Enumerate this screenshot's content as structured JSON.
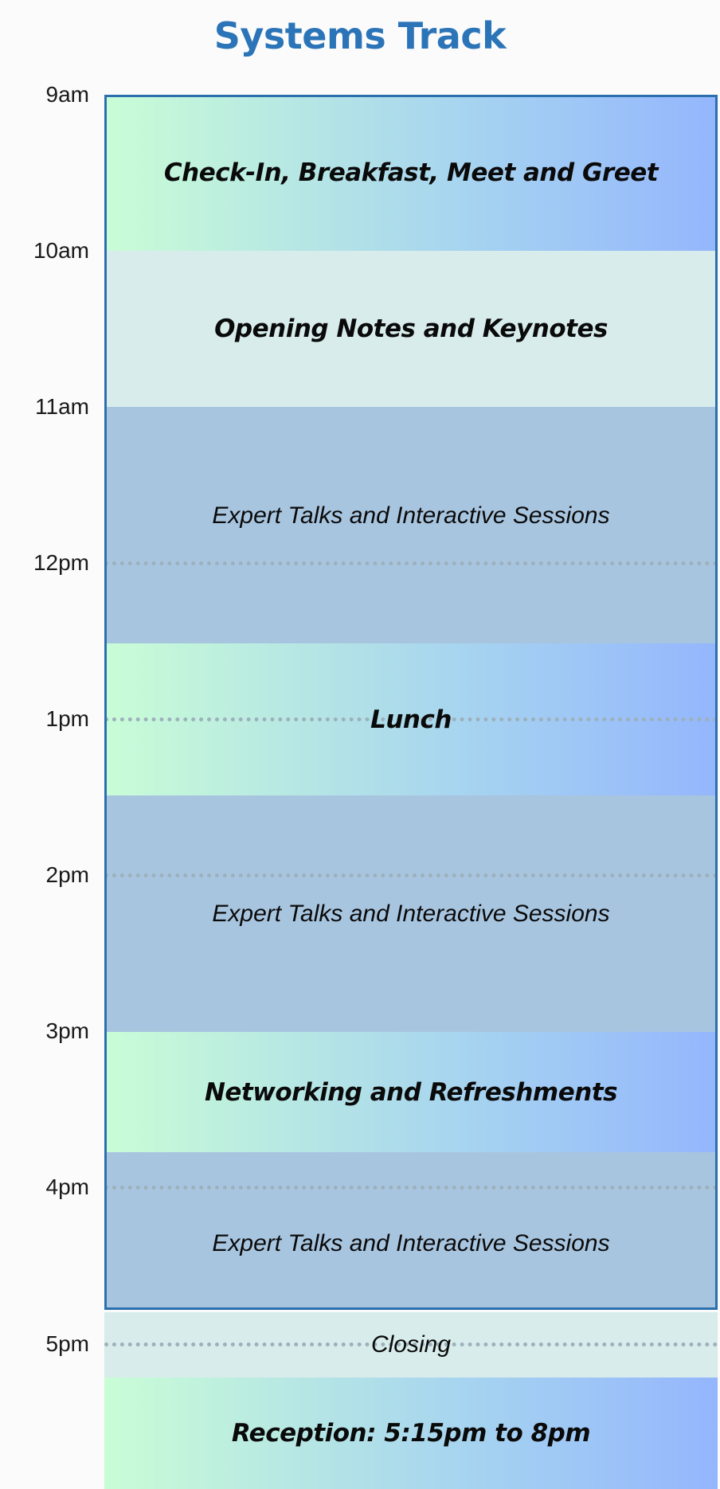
{
  "title": "Systems Track",
  "times": [
    "9am",
    "10am",
    "11am",
    "12pm",
    "1pm",
    "2pm",
    "3pm",
    "4pm",
    "5pm"
  ],
  "blocks": [
    {
      "label": "Check-In, Breakfast, Meet and Greet"
    },
    {
      "label": "Opening Notes and Keynotes"
    },
    {
      "label": "Expert Talks and Interactive Sessions"
    },
    {
      "label": "Lunch"
    },
    {
      "label": "Expert Talks and Interactive Sessions"
    },
    {
      "label": "Networking and Refreshments"
    },
    {
      "label": "Expert Talks and Interactive Sessions"
    },
    {
      "label": "Closing"
    },
    {
      "label": "Reception: 5:15pm to 8pm"
    }
  ],
  "colors": {
    "title": "#2b74b8",
    "frame": "#2b6fae",
    "gradient_start": "#c9fdd6",
    "gradient_end": "#94b6fd",
    "pale": "#d8ecec",
    "session": "#a8c5e0"
  }
}
